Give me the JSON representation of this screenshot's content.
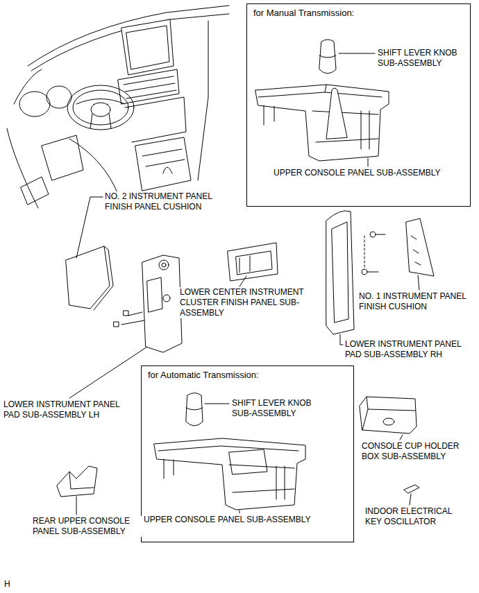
{
  "diagram": {
    "nodes": [
      {
        "text": [
          "for Manual Transmission:"
        ]
      },
      {
        "text": [
          "for Automatic Transmission:"
        ]
      }
    ],
    "labels": [
      "SHIFT LEVER KNOB SUB-ASSEMBLY",
      "UPPER CONSOLE PANEL SUB-ASSEMBLY",
      "NO. 2 INSTRUMENT PANEL FINISH PANEL CUSHION",
      "LOWER CENTER INSTRUMENT CLUSTER FINISH PANEL SUB-ASSEMBLY",
      "NO. 1 INSTRUMENT PANEL FINISH CUSHION",
      "LOWER INSTRUMENT PANEL PAD SUB-ASSEMBLY RH",
      "LOWER INSTRUMENT PANEL PAD SUB-ASSEMBLY LH",
      "SHIFT LEVER KNOB SUB-ASSEMBLY",
      "CONSOLE CUP HOLDER BOX SUB-ASSEMBLY",
      "REAR UPPER CONSOLE PANEL SUB-ASSEMBLY",
      "UPPER CONSOLE PANEL SUB-ASSEMBLY",
      "INDOOR ELECTRICAL KEY OSCILLATOR",
      "H"
    ]
  }
}
